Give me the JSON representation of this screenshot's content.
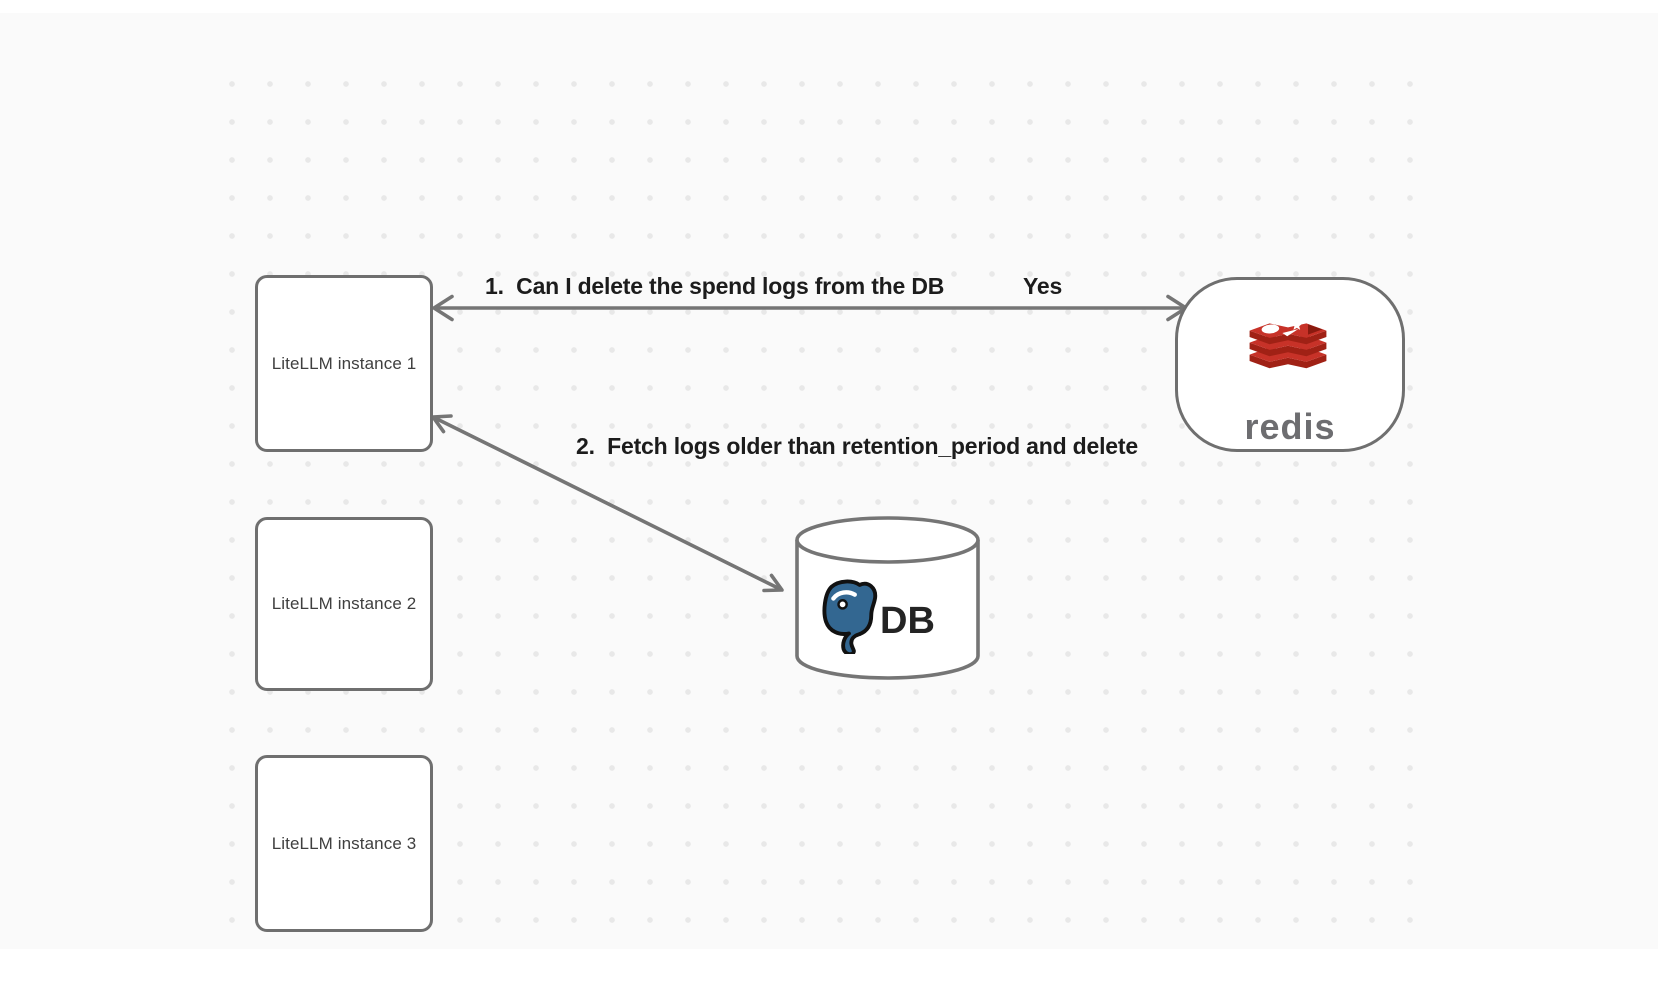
{
  "diagram": {
    "nodes": {
      "instances": [
        {
          "label": "LiteLLM instance 1"
        },
        {
          "label": "LiteLLM instance 2"
        },
        {
          "label": "LiteLLM instance 3"
        }
      ],
      "redis": {
        "wordmark": "redis",
        "icon": "redis-logo-icon"
      },
      "db": {
        "label": "DB",
        "icon": "postgres-elephant-icon",
        "shape": "cylinder"
      }
    },
    "edges": [
      {
        "from": "litellm-instance-1",
        "to": "redis",
        "direction": "bidirectional",
        "label": "1.  Can I delete the spend logs from the DB",
        "response": "Yes"
      },
      {
        "from": "litellm-instance-1",
        "to": "db",
        "direction": "bidirectional",
        "label": "2.  Fetch logs older than retention_period and delete"
      }
    ],
    "colors": {
      "background": "#fafafa",
      "grid_dot": "#e8e8e8",
      "node_border": "#6f6f6f",
      "arrow": "#757575",
      "edge_label_text": "#1c1c1c",
      "node_text": "#3f3f3f",
      "redis_red": "#c73228",
      "redis_dark_red": "#a02115",
      "redis_wordmark": "#6d6d70",
      "postgres_blue": "#336791",
      "db_text": "#242424"
    }
  }
}
